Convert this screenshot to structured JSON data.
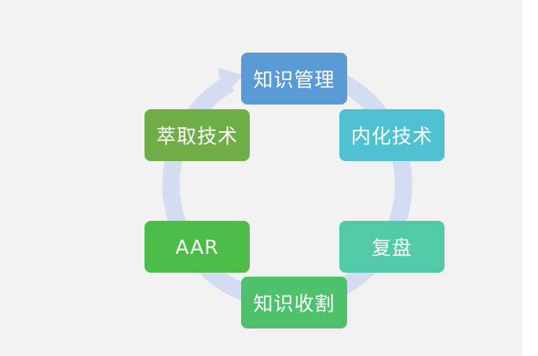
{
  "cycle": {
    "nodes": [
      {
        "id": "knowledge-management",
        "label": "知识管理",
        "color": "#5b9bd5"
      },
      {
        "id": "internalization-technique",
        "label": "内化技术",
        "color": "#4fc1d0"
      },
      {
        "id": "review",
        "label": "复盘",
        "color": "#52c9a8"
      },
      {
        "id": "knowledge-harvest",
        "label": "知识收割",
        "color": "#4dc26b"
      },
      {
        "id": "aar",
        "label": "AAR",
        "color": "#4bbd48"
      },
      {
        "id": "extraction-technique",
        "label": "萃取技术",
        "color": "#70ad47"
      }
    ],
    "ring_color": "#d3dcf0",
    "background_color": "#f2f2f2"
  }
}
